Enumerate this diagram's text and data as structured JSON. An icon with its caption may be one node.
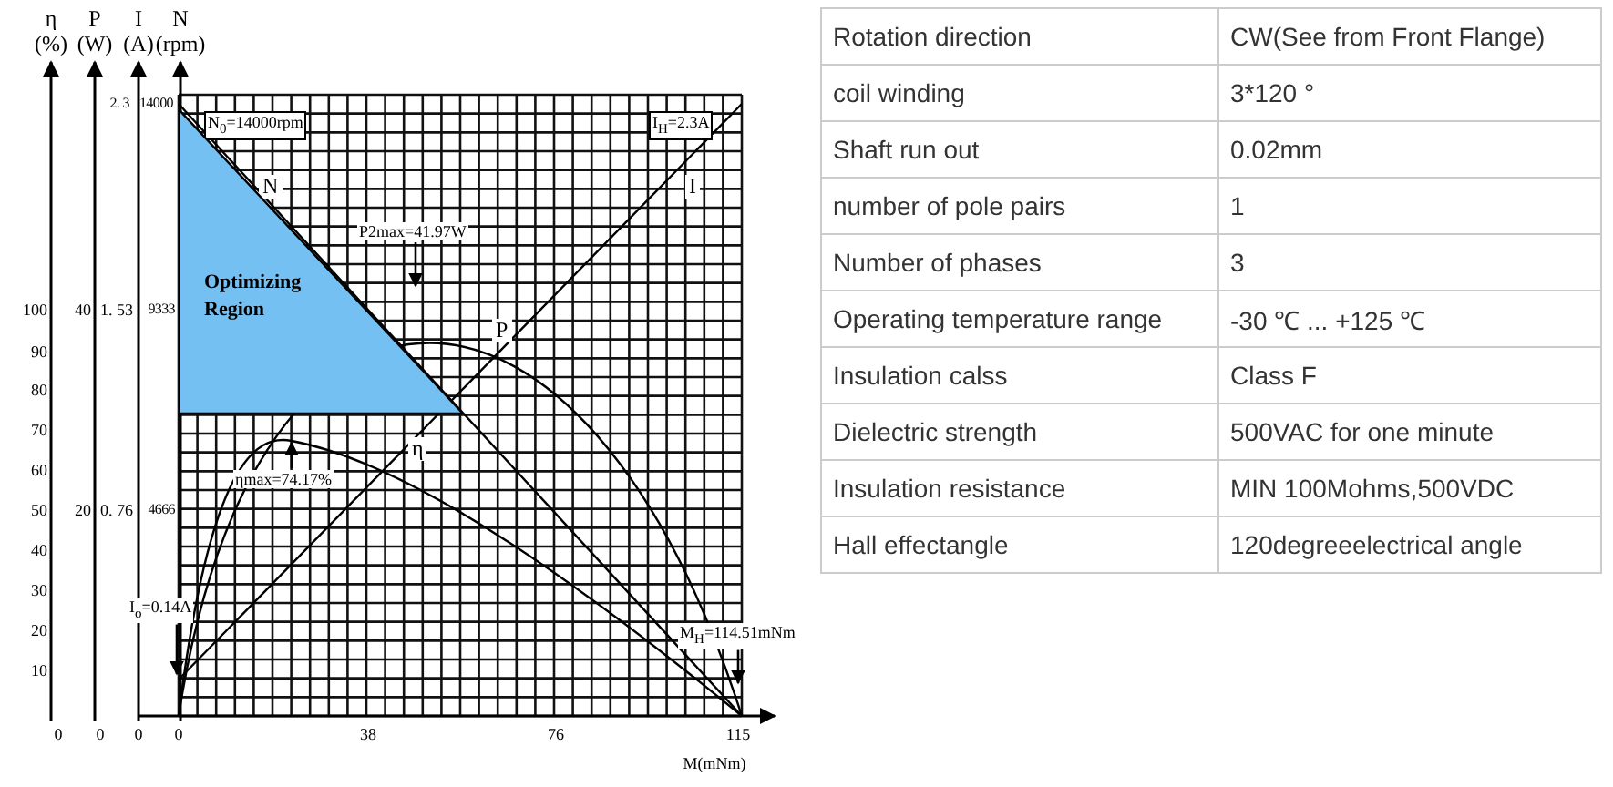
{
  "diagram": {
    "nodes": [
      {
        "text": [
          "N$_{0}$=14000rpm"
        ]
      },
      {
        "text": [
          "I$_{H}$=2.3A"
        ]
      },
      {
        "text": [
          "Optimizing Region"
        ]
      },
      {
        "text": [
          "P2max=41.97W"
        ]
      },
      {
        "text": [
          "ηmax=74.17%"
        ]
      },
      {
        "text": [
          "I$_{o}$=0.14A"
        ]
      },
      {
        "text": [
          "M$_{H}$=114.51mNm"
        ]
      }
    ],
    "edges": [
      {
        "from": 3,
        "to": null,
        "arrow": "to"
      },
      {
        "from": 4,
        "to": null,
        "arrow": "to"
      },
      {
        "from": 5,
        "to": null,
        "arrow": "to"
      },
      {
        "from": 6,
        "to": null,
        "arrow": "to"
      }
    ],
    "labels": [
      "η",
      "P",
      "I",
      "N",
      "(%)",
      "(W)",
      "(A)",
      "(rpm)",
      "2. 3",
      "14000",
      "N",
      "I",
      "100",
      "40",
      "1. 53",
      "9333",
      "P",
      "90",
      "80",
      "70",
      "η",
      "60",
      "50",
      "20",
      "0. 76",
      "4666",
      "40",
      "30",
      "20",
      "10",
      "0",
      "0",
      "0",
      "0",
      "38",
      "76",
      "115",
      "M(mNm)",
      "Rotation direction",
      "CW(See from Front Flange)",
      "coil winding",
      "3*120 °",
      "Shaft run out",
      "0.02mm",
      "number of pole pairs",
      "1",
      "Number of phases",
      "3",
      "Operating temperature range",
      "-30 ℃ ... +125 ℃",
      "Insulation calss",
      "Class F",
      "Dielectric strength",
      "500VAC for one minute",
      "Insulation resistance",
      "MIN 100Mohms,500VDC",
      "Hall effectangle",
      "120degreeelectrical angle"
    ]
  }
}
